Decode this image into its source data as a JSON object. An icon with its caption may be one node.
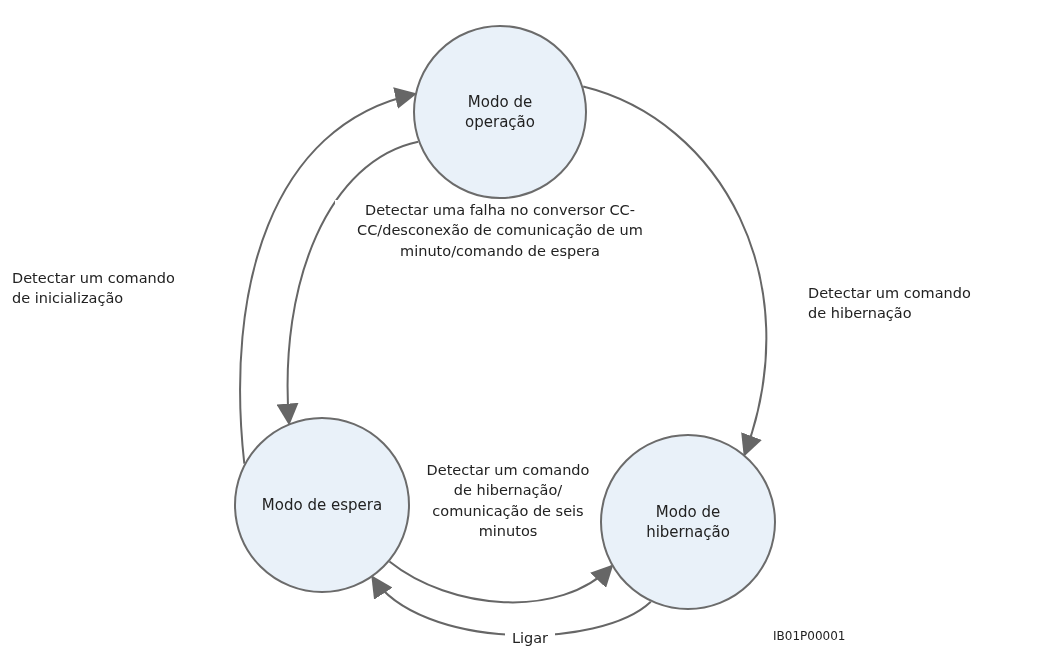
{
  "diagram": {
    "nodes": [
      {
        "text": [
          "Modo de operação"
        ]
      },
      {
        "text": [
          "Modo de espera"
        ]
      },
      {
        "text": [
          "Modo de hibernação"
        ]
      }
    ],
    "edges": [
      {
        "from": 0,
        "to": 2,
        "arrow": "to",
        "label": "Detectar um comando de hibernação"
      },
      {
        "from": 0,
        "to": 1,
        "arrow": "to",
        "label": "Detectar uma falha no conversor CC-CC/desconexão de comunicação de um minuto/comando de espera"
      },
      {
        "from": 1,
        "to": 0,
        "arrow": "to",
        "label": "Detectar um comando de inicialização"
      },
      {
        "from": 1,
        "to": 2,
        "arrow": "to",
        "label": "Detectar um comando de hibernação/ comunicação de seis minutos"
      },
      {
        "from": 2,
        "to": 1,
        "arrow": "to",
        "label": "Ligar"
      }
    ],
    "labels": [
      "IB01P00001"
    ]
  }
}
